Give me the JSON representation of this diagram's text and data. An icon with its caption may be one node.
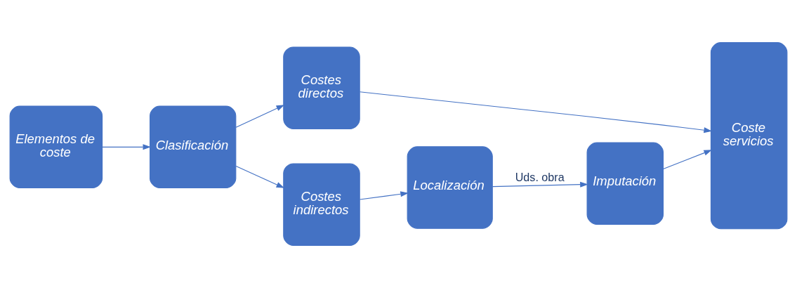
{
  "diagram": {
    "nodes": [
      {
        "text": [
          "Elementos de coste"
        ]
      },
      {
        "text": [
          "Clasificación"
        ]
      },
      {
        "text": [
          "Costes directos"
        ]
      },
      {
        "text": [
          "Costes indirectos"
        ]
      },
      {
        "text": [
          "Localización"
        ]
      },
      {
        "text": [
          "Imputación"
        ]
      },
      {
        "text": [
          "Coste servicios"
        ]
      }
    ],
    "edges": [
      {
        "from": 0,
        "to": 1,
        "arrow": "to"
      },
      {
        "from": 1,
        "to": 2,
        "arrow": "to"
      },
      {
        "from": 1,
        "to": 3,
        "arrow": "to"
      },
      {
        "from": 3,
        "to": 4,
        "arrow": "to"
      },
      {
        "from": 4,
        "to": 5,
        "arrow": "to",
        "label": "Uds. obra"
      },
      {
        "from": 5,
        "to": 6,
        "arrow": "to"
      },
      {
        "from": 2,
        "to": 6,
        "arrow": "to"
      }
    ]
  }
}
